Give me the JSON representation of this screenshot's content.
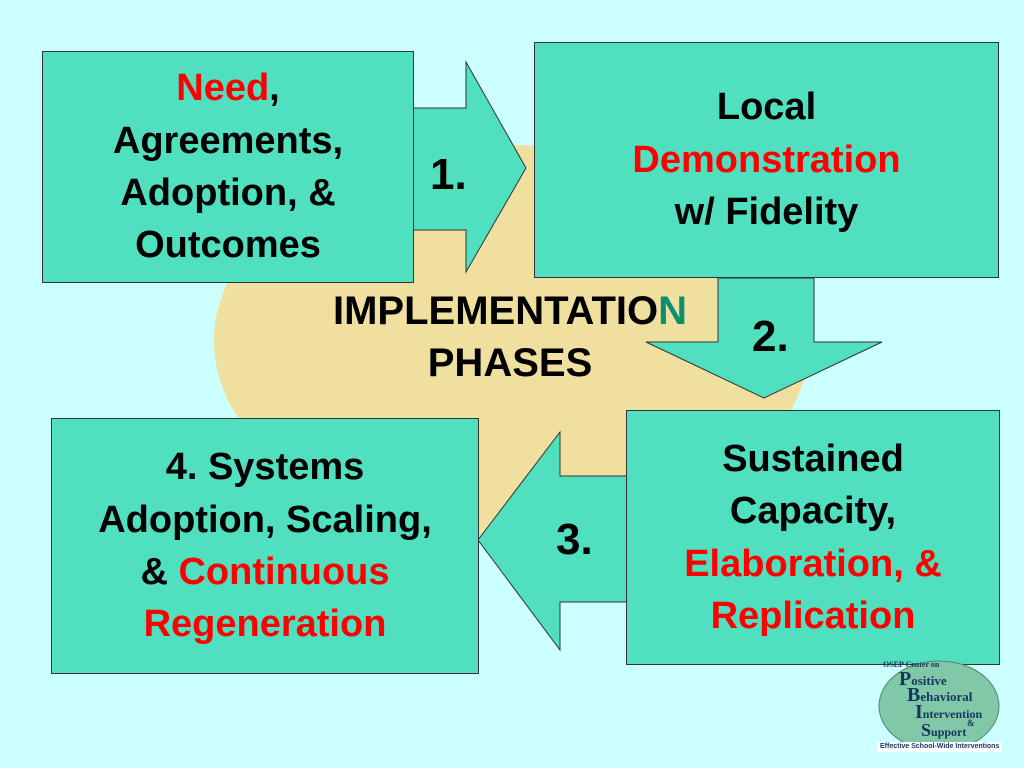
{
  "center": {
    "line1": "IMPLEMENTATIO",
    "line1_last": "N",
    "line2": "PHASES"
  },
  "box1": {
    "need": "Need",
    "need_suffix": ",",
    "lines": [
      "Agreements,",
      "Adoption, &",
      "Outcomes"
    ]
  },
  "box2": {
    "line1": "Local",
    "line2": "Demonstration",
    "line3": "w/ Fidelity"
  },
  "box3": {
    "line1": "Sustained",
    "line2": "Capacity,",
    "line3": "Elaboration, &",
    "line4": "Replication"
  },
  "box4": {
    "line1": "4. Systems",
    "line2": "Adoption, Scaling,",
    "line3_prefix": "& ",
    "line3_red": "Continuous",
    "line4": "Regeneration"
  },
  "numbers": {
    "n1": "1.",
    "n2": "2.",
    "n3": "3."
  },
  "logo": {
    "top": "OSEP Center on",
    "letters": [
      "P",
      "B",
      "I",
      "S"
    ],
    "words": [
      "ositive",
      "ehavioral",
      "ntervention",
      "&",
      "upport"
    ],
    "bottom": "Effective School-Wide Interventions"
  },
  "colors": {
    "background": "#ccffff",
    "box": "#50e0c0",
    "oval": "#f0e0a0",
    "emphasis": "#ff0000"
  }
}
